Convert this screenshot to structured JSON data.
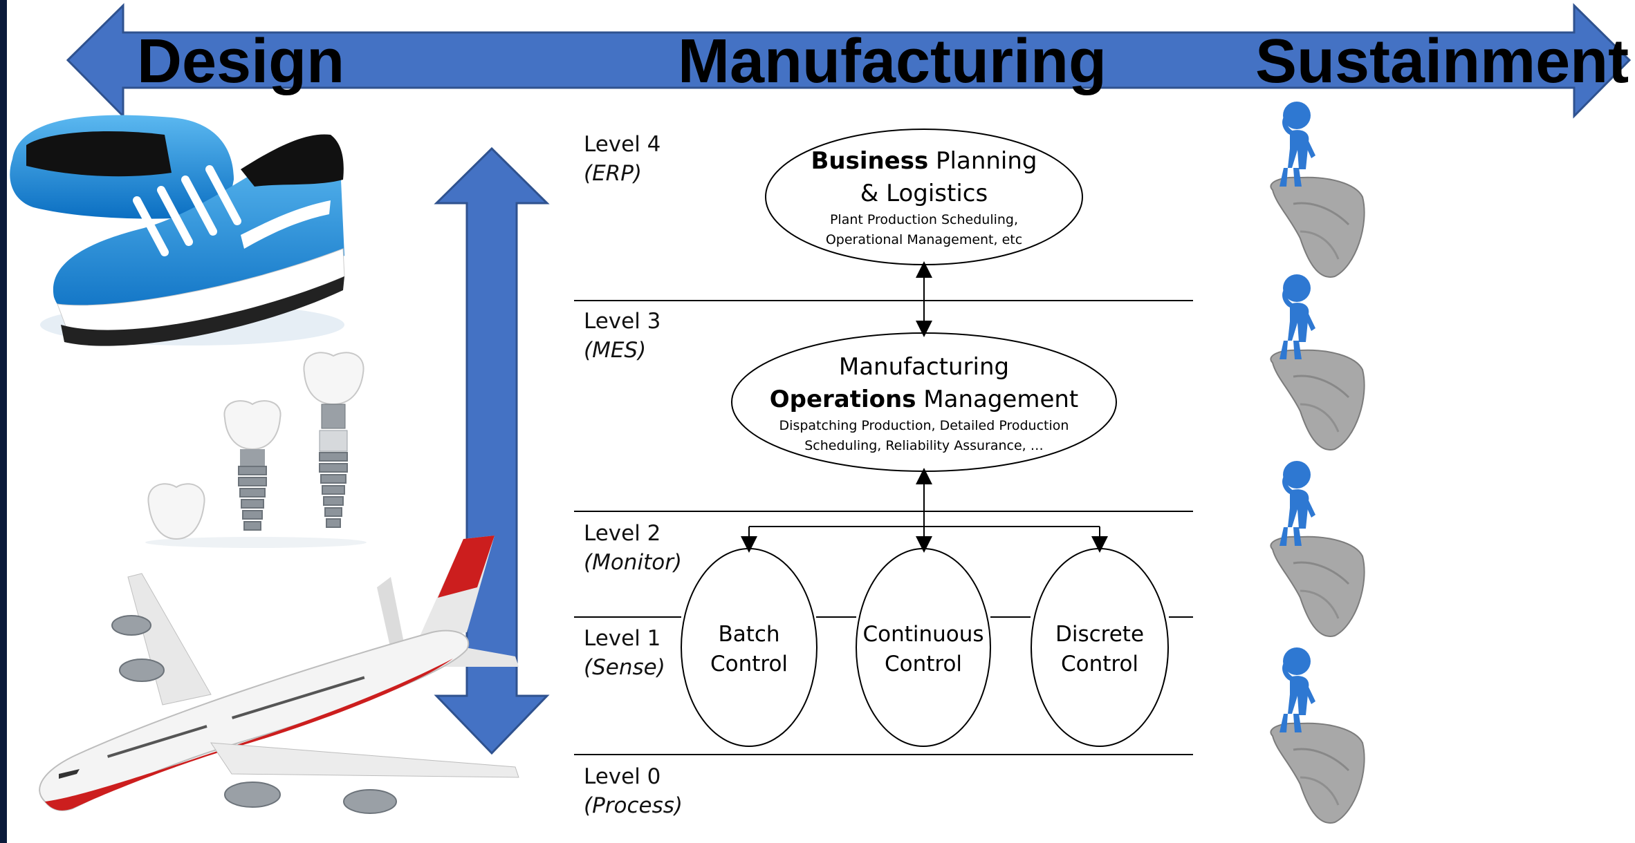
{
  "phases": {
    "design": "Design",
    "manufacturing": "Manufacturing",
    "sustainment": "Sustainment"
  },
  "levels": [
    {
      "label": "Level 4",
      "code": "(ERP)"
    },
    {
      "label": "Level 3",
      "code": "(MES)"
    },
    {
      "label": "Level 2",
      "code": "(Monitor)"
    },
    {
      "label": "Level 1",
      "code": "(Sense)"
    },
    {
      "label": "Level 0",
      "code": "(Process)"
    }
  ],
  "level4": {
    "bold": "Business",
    "rest": " Planning",
    "line2": "& Logistics",
    "detail1": "Plant Production Scheduling,",
    "detail2": "Operational Management, etc"
  },
  "level3": {
    "line1": "Manufacturing",
    "bold": "Operations",
    "rest": " Management",
    "detail1": "Dispatching Production, Detailed Production",
    "detail2": "Scheduling, Reliability Assurance, …"
  },
  "controls": [
    {
      "line1": "Batch",
      "line2": "Control"
    },
    {
      "line1": "Continuous",
      "line2": "Control"
    },
    {
      "line1": "Discrete",
      "line2": "Control"
    }
  ],
  "colors": {
    "arrow_fill": "#4472c4",
    "arrow_stroke": "#2f528f",
    "shoe_blue": "#1e88d8",
    "plane_red": "#cc1e1e",
    "figure_blue": "#2e78d2",
    "rock_gray": "#a8a8a8"
  },
  "icons": [
    "shoe-icon",
    "dental-implant-icon",
    "airplane-icon",
    "thinking-figure-icon"
  ]
}
